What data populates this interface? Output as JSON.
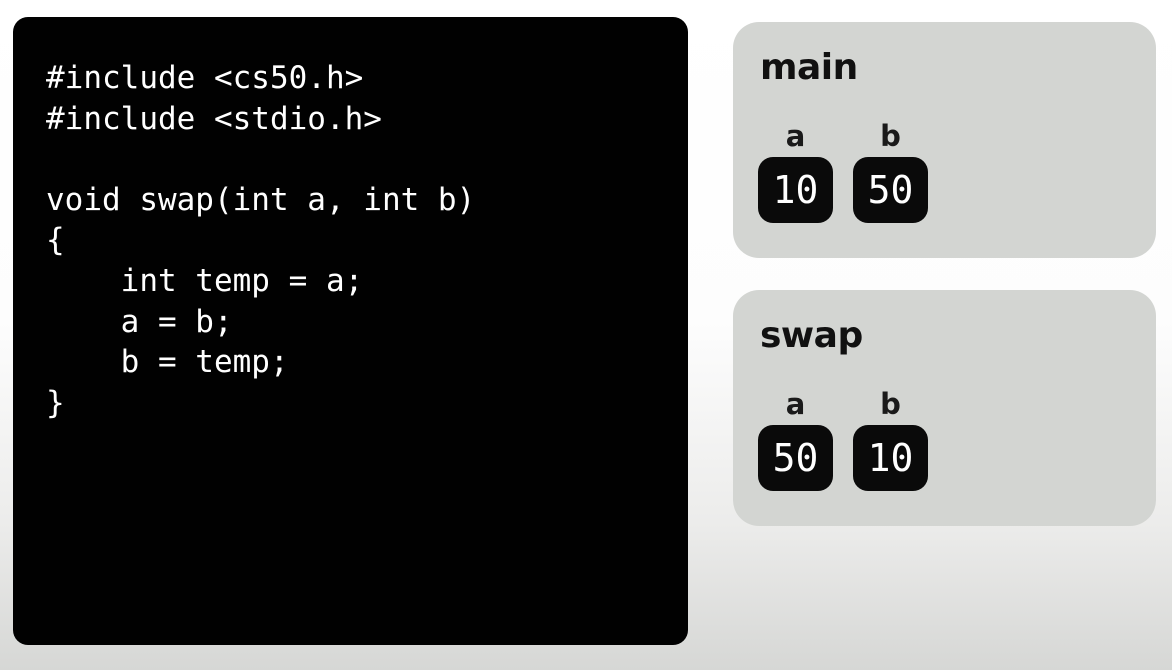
{
  "colors": {
    "page_bg_top": "#ffffff",
    "page_bg_bottom": "#d6d7d5",
    "code_panel_bg": "#010101",
    "code_text": "#ffffff",
    "frame_bg": "#d3d5d2",
    "frame_title_text": "#111111",
    "var_label_text": "#1a1a1a",
    "var_box_bg": "#0a0a0a",
    "var_box_text": "#ffffff"
  },
  "code_panel": {
    "language": "c",
    "lines": [
      "#include <cs50.h>",
      "#include <stdio.h>",
      "",
      "void swap(int a, int b)",
      "{",
      "    int temp = a;",
      "    a = b;",
      "    b = temp;",
      "}"
    ]
  },
  "frames": [
    {
      "title": "main",
      "variables": [
        {
          "name": "a",
          "value": "10"
        },
        {
          "name": "b",
          "value": "50"
        }
      ]
    },
    {
      "title": "swap",
      "variables": [
        {
          "name": "a",
          "value": "50"
        },
        {
          "name": "b",
          "value": "10"
        }
      ]
    }
  ]
}
